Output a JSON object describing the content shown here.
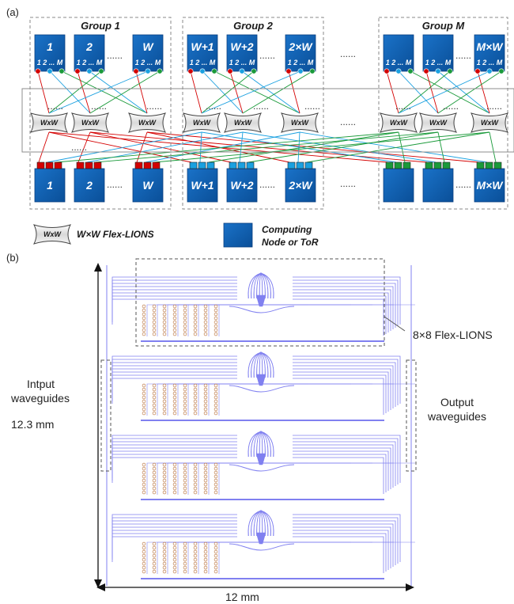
{
  "panel_a_label": "(a)",
  "panel_b_label": "(b)",
  "groups": [
    {
      "title": "Group 1",
      "top_nodes": [
        "1",
        "2",
        "W"
      ],
      "bottom_nodes": [
        "1",
        "2",
        "W"
      ],
      "color": "#d40000"
    },
    {
      "title": "Group 2",
      "top_nodes": [
        "W+1",
        "W+2",
        "2×W"
      ],
      "bottom_nodes": [
        "W+1",
        "W+2",
        "2×W"
      ],
      "color": "#1aa0e0"
    },
    {
      "title": "Group M",
      "top_nodes": [
        "",
        "",
        "M×W"
      ],
      "bottom_nodes": [
        "",
        "",
        "M×W"
      ],
      "color": "#1a9a3a"
    }
  ],
  "port_label": "1 2 ... M",
  "switch_label": "WxW",
  "ellipsis": "......",
  "legend": {
    "switch_text": "W×W Flex-LIONS",
    "node_text_line1": "Computing",
    "node_text_line2": "Node or ToR"
  },
  "colors": {
    "node_blue": "#0f5fb0",
    "wave_blue": "#8080f0",
    "ring": "#c08050"
  },
  "panel_b": {
    "flex_label": "8×8 Flex-LIONS",
    "input_line1": "Intput",
    "input_line2": "waveguides",
    "height_label": "12.3 mm",
    "output_line1": "Output",
    "output_line2": "waveguides",
    "width_label": "12 mm"
  }
}
